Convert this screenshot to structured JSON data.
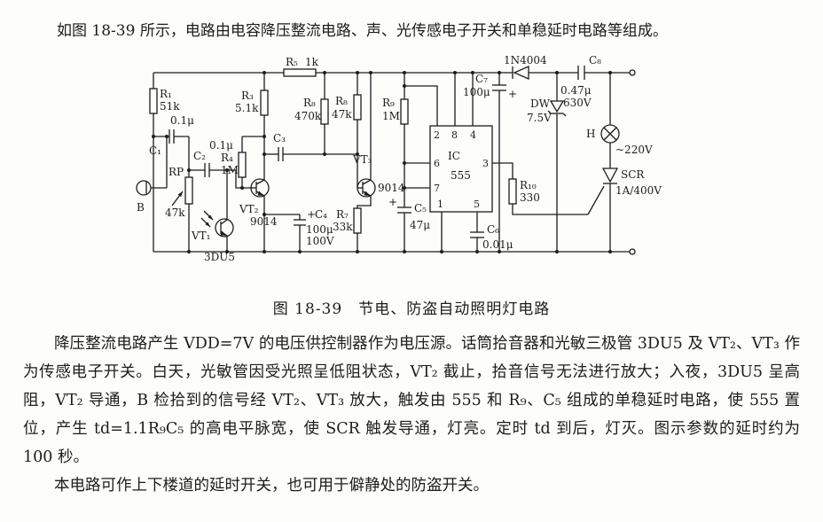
{
  "page": {
    "intro": "如图 18-39 所示，电路由电容降压整流电路、声、光传感电子开关和单稳延时电路等组成。",
    "caption": "图 18-39　节电、防盗自动照明灯电路",
    "para1": "降压整流电路产生 VDD=7V 的电压供控制器作为电压源。话筒拾音器和光敏三极管 3DU5 及 VT₂、VT₃ 作为传感电子开关。白天，光敏管因受光照呈低阻状态，VT₂ 截止，拾音信号无法进行放大；入夜，3DU5 呈高阻，VT₂ 导通，B 检拾到的信号经 VT₂、VT₃ 放大，触发由 555 和 R₉、C₅ 组成的单稳延时电路，使 555 置位，产生 td=1.1R₉C₅ 的高电平脉宽，使 SCR 触发导通，灯亮。定时 td 到后，灯灭。图示参数的延时约为 100 秒。",
    "para2": "本电路可作上下楼道的延时开关，也可用于僻静处的防盗开关。"
  },
  "circuit": {
    "r1": "R₁",
    "r1_val": "51k",
    "c1": "C₁",
    "c1_val": "0.1μ",
    "b": "B",
    "rp": "RP",
    "rp_val": "47k",
    "c2": "C₂",
    "c2_val": "0.1μ",
    "vt1": "VT₁",
    "vt1_type": "3DU5",
    "r4": "R₄",
    "r4_val": "1M",
    "r3": "R₃",
    "r3_val": "5.1k",
    "vt2": "VT₂",
    "vt2_type": "9014",
    "c3": "C₃",
    "c4_plus": "+",
    "c4": "C₄",
    "c4_val": "100μ",
    "c4_volt": "100V",
    "r5": "R₅",
    "r5_val": "1k",
    "r8a": "R₈",
    "r8a_val": "470k",
    "r8b": "R₈",
    "r8b_val": "47k",
    "vt3": "VT₃",
    "vt3_type": "9014",
    "r7": "R₇",
    "r7_val": "33k",
    "r9": "R₉",
    "r9_val": "1M",
    "c5_plus": "+",
    "c5": "C₅",
    "c5_val": "47μ",
    "ic": "IC",
    "ic_type": "555",
    "pin1": "1",
    "pin2": "2",
    "pin3": "3",
    "pin4": "4",
    "pin5": "5",
    "pin6": "6",
    "pin7": "7",
    "pin8": "8",
    "c6": "C₆",
    "c6_val": "0.01μ",
    "c7": "C₇",
    "c7_val": "100μ",
    "c7_plus": "+",
    "d1": "1N4004",
    "dw": "DW",
    "dw_val": "7.5V",
    "c8": "C₈",
    "c8_val": "0.47μ",
    "c8_volt": "630V",
    "h": "H",
    "mains": "~220V",
    "r10": "R₁₀",
    "r10_val": "330",
    "scr": "SCR",
    "scr_val": "1A/400V"
  }
}
